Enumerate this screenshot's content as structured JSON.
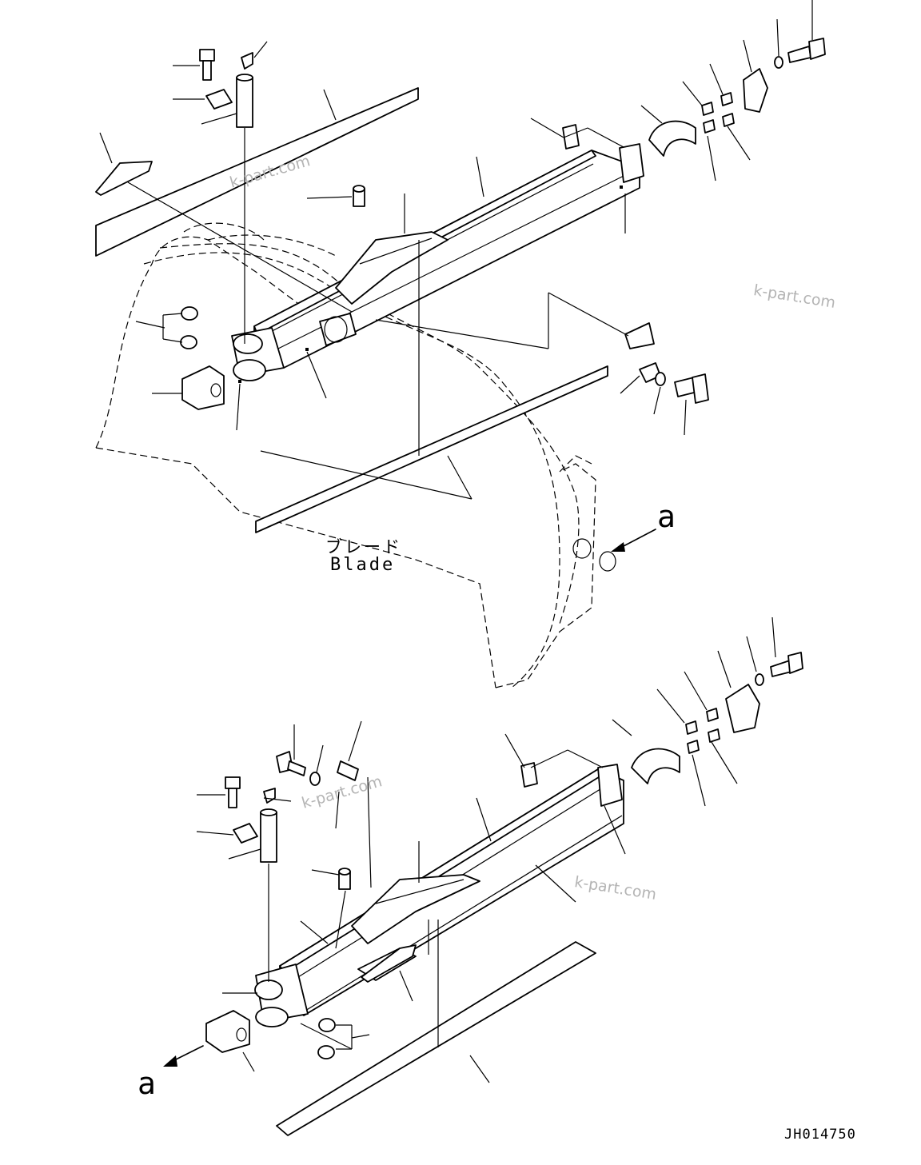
{
  "figure": {
    "blade_label_jp": "ブレード",
    "blade_label_en": "Blade",
    "view_marker_upper": "a",
    "view_marker_lower": "a",
    "drawing_code": "JH014750"
  },
  "watermarks": [
    "k-part.com",
    "k-part.com",
    "k-part.com",
    "k-part.com"
  ]
}
